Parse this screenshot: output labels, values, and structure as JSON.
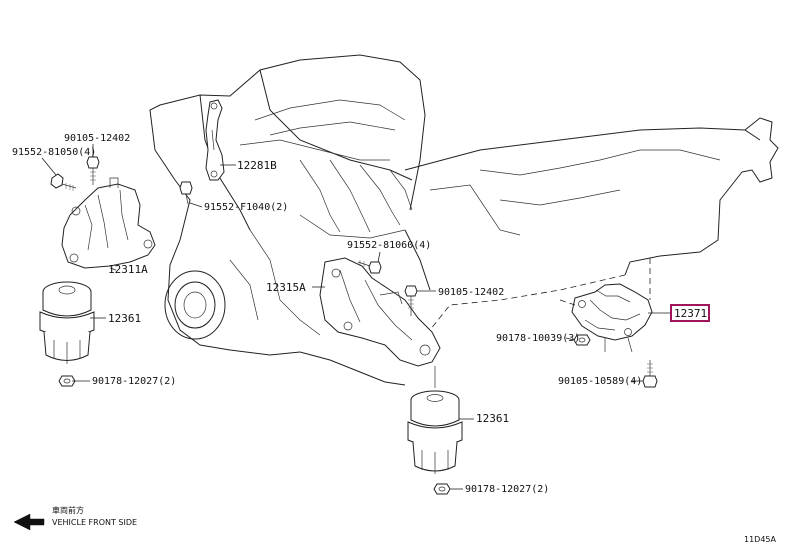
{
  "parts": [
    {
      "id": "p-90105-12402-left",
      "number": "90105-12402"
    },
    {
      "id": "p-91552-81050-left",
      "number": "91552-81050(4)"
    },
    {
      "id": "p-12281b",
      "number": "12281B"
    },
    {
      "id": "p-91552-f1040",
      "number": "91552-F1040(2)"
    },
    {
      "id": "p-12311a",
      "number": "12311A"
    },
    {
      "id": "p-12361-left",
      "number": "12361"
    },
    {
      "id": "p-90178-12027-left",
      "number": "90178-12027(2)"
    },
    {
      "id": "p-91552-81060",
      "number": "91552-81060(4)"
    },
    {
      "id": "p-12315a",
      "number": "12315A"
    },
    {
      "id": "p-90105-12402-mid",
      "number": "90105-12402"
    },
    {
      "id": "p-12371",
      "number": "12371"
    },
    {
      "id": "p-90178-10039",
      "number": "90178-10039(3)"
    },
    {
      "id": "p-90105-10589",
      "number": "90105-10589(4)"
    },
    {
      "id": "p-12361-center",
      "number": "12361"
    },
    {
      "id": "p-90178-12027-center",
      "number": "90178-12027(2)"
    }
  ],
  "direction": {
    "label_jp": "車両前方",
    "label_en": "VEHICLE FRONT SIDE"
  },
  "drawing_code": "11D45A",
  "colors": {
    "line": "#222222",
    "highlight": "#a0165a"
  }
}
